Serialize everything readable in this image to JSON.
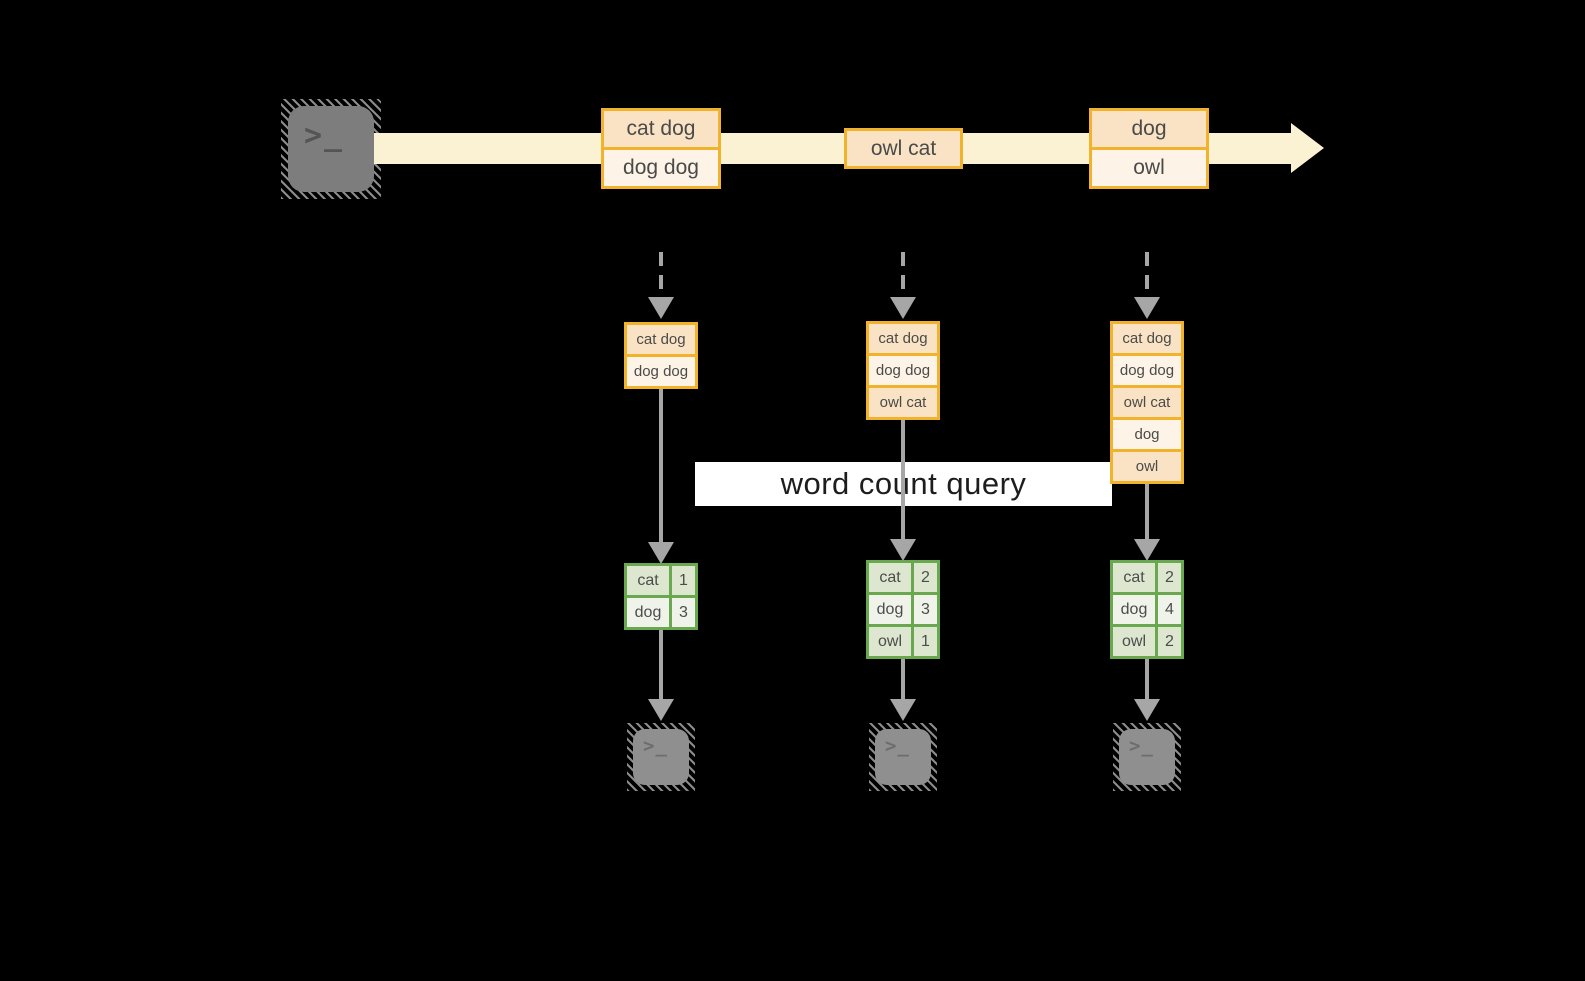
{
  "overlay": {
    "label": "word count query"
  },
  "terminal_glyph": ">_",
  "timeline": {
    "source_icon": "terminal-icon",
    "events": [
      {
        "lines": [
          "cat dog",
          "dog dog"
        ]
      },
      {
        "lines": [
          "owl cat"
        ]
      },
      {
        "lines": [
          "dog",
          "owl"
        ]
      }
    ]
  },
  "columns": [
    {
      "batch": [
        "cat dog",
        "dog dog"
      ],
      "counts": [
        {
          "word": "cat",
          "count": "1"
        },
        {
          "word": "dog",
          "count": "3"
        }
      ],
      "sink_icon": "terminal-icon"
    },
    {
      "batch": [
        "cat dog",
        "dog dog",
        "owl cat"
      ],
      "counts": [
        {
          "word": "cat",
          "count": "2"
        },
        {
          "word": "dog",
          "count": "3"
        },
        {
          "word": "owl",
          "count": "1"
        }
      ],
      "sink_icon": "terminal-icon"
    },
    {
      "batch": [
        "cat dog",
        "dog dog",
        "owl cat",
        "dog",
        "owl"
      ],
      "counts": [
        {
          "word": "cat",
          "count": "2"
        },
        {
          "word": "dog",
          "count": "4"
        },
        {
          "word": "owl",
          "count": "2"
        }
      ],
      "sink_icon": "terminal-icon"
    }
  ],
  "colors": {
    "background": "#000000",
    "gold_border": "#f0b32b",
    "peach_fill": "#fae3c4",
    "cream_fill": "#fdf3e6",
    "timeline_band": "#fbf1d3",
    "green_border": "#6aa84f",
    "green_tint": "#dde7d0",
    "green_light": "#eff3ea",
    "arrow_gray": "#a6a6a6",
    "terminal_gray": "#7d7d7d",
    "query_band": "#ffffff"
  }
}
